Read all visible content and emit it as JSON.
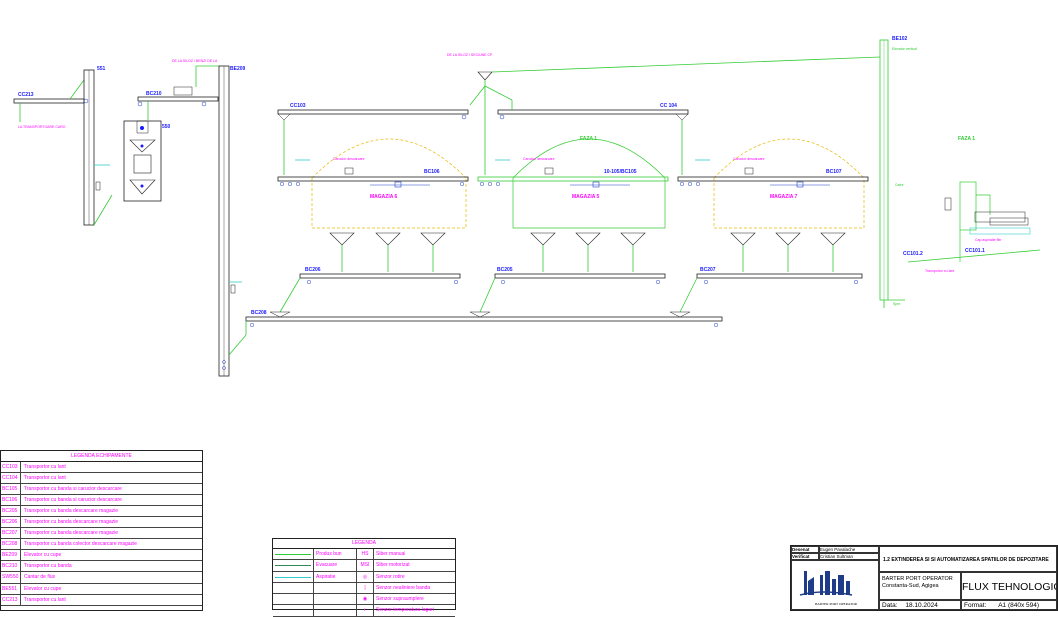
{
  "equipment": {
    "cc213": "CC213",
    "cc213_note": "LA TRANSPORTOARE CARO",
    "e551": "551",
    "be209": "BE209",
    "be209_note": "DE LA SILOZ / BENZI DE LA",
    "bc210": "BC210",
    "e550": "550",
    "cc103": "CC103",
    "cc104": "CC 104",
    "be102_note": "DE LA SILOZ / SECIUNE CP",
    "be102": "BE102",
    "be102_side": "Elevator vertical",
    "faza1_left": "FAZA 1",
    "faza1_right": "FAZA 1",
    "bc106": "BC106",
    "bc105": "10-105/BC105",
    "bc107": "BC107",
    "mag6": "MAGAZIA 6",
    "mag5": "MAGAZIA 5",
    "mag7": "MAGAZIA 7",
    "carucior1": "Carucior descarcare",
    "carucior2": "Carucior descarcare",
    "carucior3": "Carucior descarcare",
    "bc206": "BC206",
    "bc205": "BC205",
    "bc207": "BC207",
    "bc208": "BC208",
    "cc1012": "CC101.2",
    "cc1011": "CC101.1",
    "transp_note": "Transportor cu lant",
    "flux_note": "Cap aspiratie filtr",
    "bottom_note": "Spre",
    "vert_note": "Catre"
  },
  "legend_equipment": {
    "title": "LEGENDA ECHIPAMENTE",
    "rows": [
      {
        "code": "CC103",
        "desc": "Transportor cu lant"
      },
      {
        "code": "CC104",
        "desc": "Transportor cu lant"
      },
      {
        "code": "BC105",
        "desc": "Transportor cu banda si carucior descarcare"
      },
      {
        "code": "BC106",
        "desc": "Transportor cu banda si carucior descarcare"
      },
      {
        "code": "BC205",
        "desc": "Transportor cu banda descarcare magazie"
      },
      {
        "code": "BC206",
        "desc": "Transportor cu banda descarcare magazie"
      },
      {
        "code": "BC207",
        "desc": "Transportor cu banda descarcare magazie"
      },
      {
        "code": "BC208",
        "desc": "Transportor cu banda colector descarcare magazie"
      },
      {
        "code": "BE209",
        "desc": "Elevator cu cupe"
      },
      {
        "code": "BC210",
        "desc": "Transportor cu banda"
      },
      {
        "code": "SW550",
        "desc": "Cantar de flux"
      },
      {
        "code": "BE551",
        "desc": "Elevator cu cupe"
      },
      {
        "code": "CC213",
        "desc": "Transportor cu lant"
      }
    ]
  },
  "legend_lines": {
    "title": "LEGENDA",
    "rows": [
      {
        "name": "Produs bun",
        "color": "#33cc33",
        "sym": "HS",
        "sym_desc": "Siber manual"
      },
      {
        "name": "Evacuare",
        "color": "#2e8b57",
        "sym": "MSI",
        "sym_desc": "Siber motorizat"
      },
      {
        "name": "Aspiratie",
        "color": "#33cccc",
        "sym": "◎",
        "sym_desc": "Senzor rotire"
      },
      {
        "name": "",
        "color": "",
        "sym": "|",
        "sym_desc": "Senzor nealiniere banda"
      },
      {
        "name": "",
        "color": "",
        "sym": "◉",
        "sym_desc": "Senzor supraumplere"
      },
      {
        "name": "",
        "color": "",
        "sym": "◐",
        "sym_desc": "Senzor temperatura lagari"
      }
    ]
  },
  "title_block": {
    "drawn_label": "Desenat",
    "drawn_name": "Eugen Pavalache",
    "checked_label": "Verificat",
    "checked_name": "Cristian Sultman",
    "project": "1.2 EXTINDEREA SI SI AUTOMATIZAREA SPATIILOR DE DEPOZITARE",
    "company": "BARTER PORT OPERATOR",
    "location": "Constanta-Sud, Agigea",
    "logo_text": "BARTER PORT OPERATOR",
    "drawing_title": "FLUX TEHNOLOGIC",
    "date_label": "Data:",
    "date": "18.10.2024",
    "format_label": "Format:",
    "format": "A1 (840x 594)"
  },
  "colors": {
    "product": "#33cc33",
    "evac": "#2e8b57",
    "aspiration": "#33cccc",
    "equipment_text": "#1a1aff",
    "note_text": "#ff00ff",
    "warehouse": "#e6b800"
  }
}
